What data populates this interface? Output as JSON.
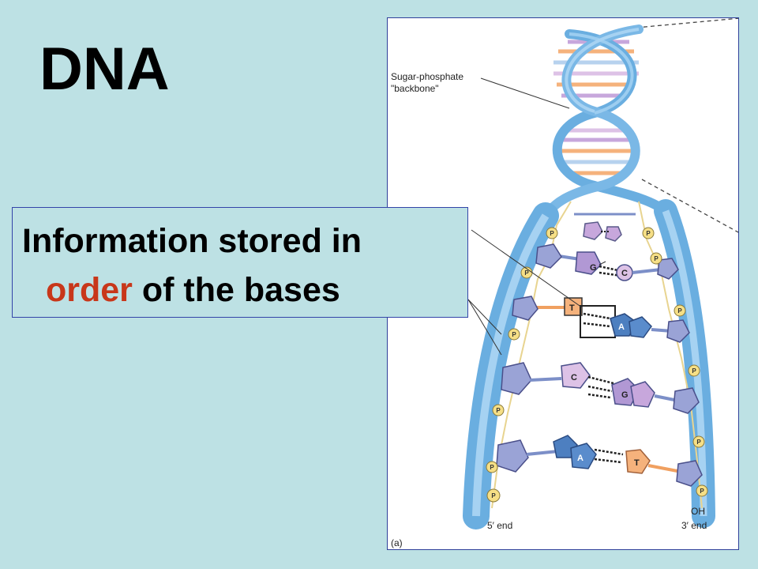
{
  "title": "DNA",
  "callout": {
    "line1": "Information stored in",
    "highlight": "order",
    "line2_rest": " of the bases"
  },
  "figure": {
    "backbone_label_line1": "Sugar-phosphate",
    "backbone_label_line2": "\"backbone\"",
    "phosphate_symbol": "P",
    "end_label_5": "5′ end",
    "end_label_3": "3′ end",
    "hydroxyl_label": "OH",
    "panel_letter": "(a)",
    "base_pairs": [
      {
        "left": "G",
        "right": "C"
      },
      {
        "left": "T",
        "right": "A"
      },
      {
        "left": "C",
        "right": "G"
      },
      {
        "left": "A",
        "right": "T"
      }
    ]
  },
  "colors": {
    "background": "#bde1e4",
    "accent": "#c8371a",
    "helix_blue": "#6aaee0",
    "sugar": "#9aa3d6",
    "base_orange": "#f5b27c",
    "base_pink": "#ddc2e6",
    "base_purple": "#b198d4",
    "base_blue": "#4d7fc0",
    "phosphate": "#f6df86"
  }
}
